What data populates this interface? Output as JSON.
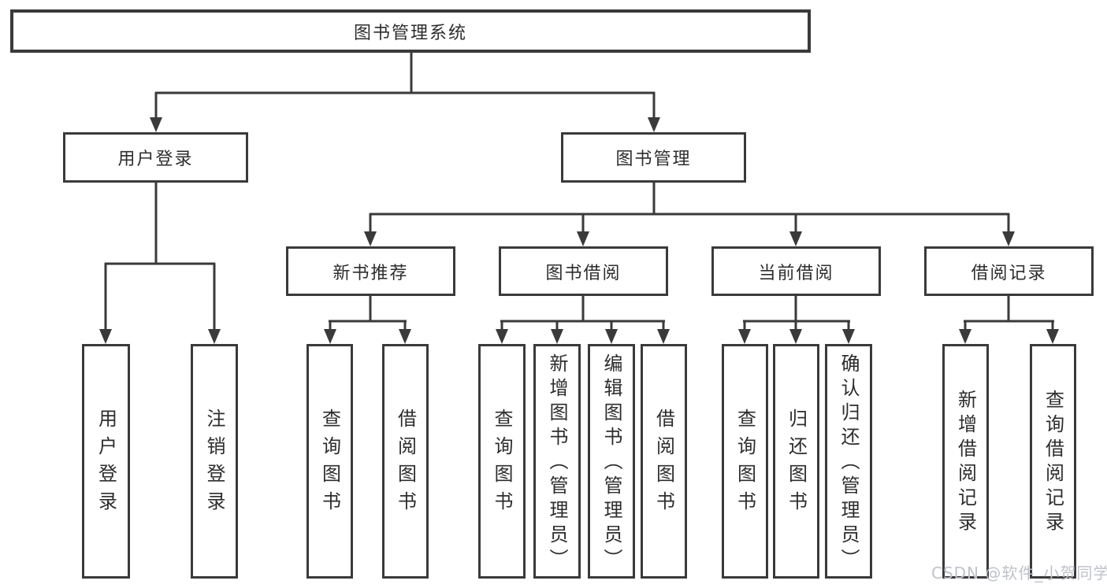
{
  "diagram": {
    "root_label": "图书管理系统",
    "level1": {
      "user_login": "用户登录",
      "book_management": "图书管理"
    },
    "level2": {
      "new_book_recommend": "新书推荐",
      "book_borrow": "图书借阅",
      "current_borrow": "当前借阅",
      "borrow_records": "借阅记录"
    },
    "leaves": {
      "user_login": [
        "用户登录",
        "注销登录"
      ],
      "new_book_recommend": [
        "查询图书",
        "借阅图书"
      ],
      "book_borrow": [
        "查询图书",
        "新增图书（管理员）",
        "编辑图书（管理员）",
        "借阅图书"
      ],
      "current_borrow": [
        "查询图书",
        "归还图书",
        "确认归还（管理员）"
      ],
      "borrow_records": [
        "新增借阅记录",
        "查询借阅记录"
      ]
    }
  },
  "watermark": "CSDN @软件_小贺同学",
  "colors": {
    "line": "#3a3a3a",
    "text": "#2d2d2d",
    "watermark": "#bfc2ca",
    "background": "#ffffff"
  }
}
